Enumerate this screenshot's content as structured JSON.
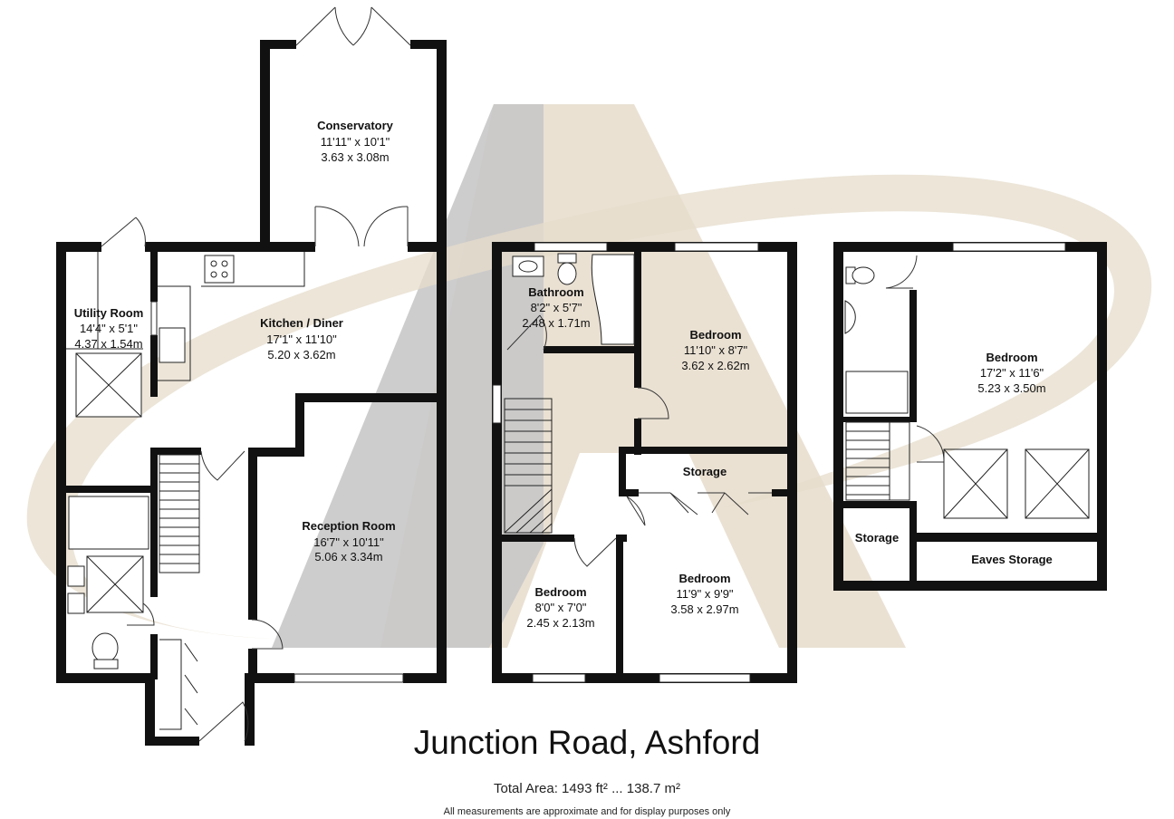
{
  "title": "Junction Road, Ashford",
  "total_area": "Total Area: 1493 ft² ... 138.7 m²",
  "disclaimer": "All measurements are approximate and for display purposes only",
  "colors": {
    "watermark_gray": "#c8c8c8",
    "watermark_tan": "#e6dccb",
    "wall": "#111111"
  },
  "rooms": {
    "conservatory": {
      "name": "Conservatory",
      "imperial": "11'11\" x 10'1\"",
      "metric": "3.63 x 3.08m"
    },
    "kitchen": {
      "name": "Kitchen / Diner",
      "imperial": "17'1\" x 11'10\"",
      "metric": "5.20 x 3.62m"
    },
    "utility": {
      "name": "Utility Room",
      "imperial": "14'4\" x 5'1\"",
      "metric": "4.37 x 1.54m"
    },
    "reception": {
      "name": "Reception Room",
      "imperial": "16'7\" x 10'11\"",
      "metric": "5.06 x 3.34m"
    },
    "bathroom": {
      "name": "Bathroom",
      "imperial": "8'2\" x 5'7\"",
      "metric": "2.48 x 1.71m"
    },
    "bedroom1": {
      "name": "Bedroom",
      "imperial": "11'10\" x 8'7\"",
      "metric": "3.62 x 2.62m"
    },
    "storage1": {
      "name": "Storage"
    },
    "bedroom2": {
      "name": "Bedroom",
      "imperial": "8'0\" x 7'0\"",
      "metric": "2.45 x 2.13m"
    },
    "bedroom3": {
      "name": "Bedroom",
      "imperial": "11'9\" x 9'9\"",
      "metric": "3.58 x 2.97m"
    },
    "bedroom4": {
      "name": "Bedroom",
      "imperial": "17'2\" x 11'6\"",
      "metric": "5.23 x 3.50m"
    },
    "storage2": {
      "name": "Storage"
    },
    "eaves": {
      "name": "Eaves Storage"
    }
  }
}
